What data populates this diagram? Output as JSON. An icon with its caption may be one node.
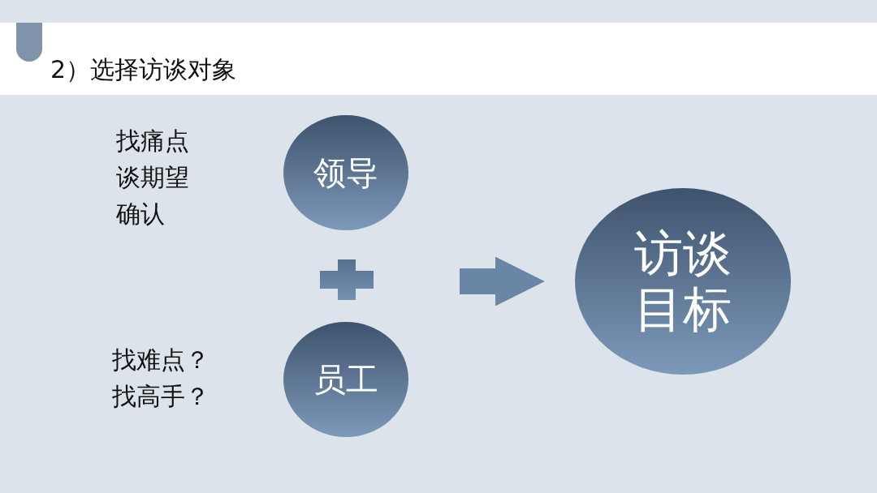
{
  "diagram": {
    "title": "2）选择访谈对象",
    "nodes": [
      {
        "text": [
          "领导"
        ],
        "beside": [
          "找痛点",
          "谈期望",
          "确认"
        ]
      },
      {
        "text": [
          "员工"
        ],
        "beside": [
          "找难点？",
          "找高手？"
        ]
      },
      {
        "text": [
          "访谈目标"
        ]
      }
    ],
    "edges": [
      {
        "from": null,
        "to": 2,
        "arrow": "to"
      }
    ]
  }
}
